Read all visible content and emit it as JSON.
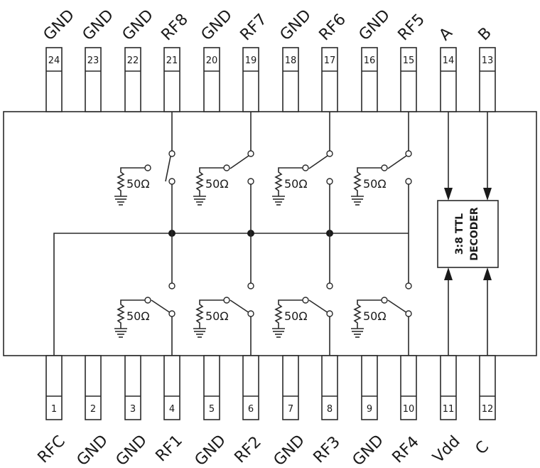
{
  "diagram": {
    "type": "IC pinout / functional block diagram",
    "package": {
      "pin_count": 24
    },
    "top_pins": [
      {
        "number": "24",
        "label": "GND"
      },
      {
        "number": "23",
        "label": "GND"
      },
      {
        "number": "22",
        "label": "GND"
      },
      {
        "number": "21",
        "label": "RF8"
      },
      {
        "number": "20",
        "label": "GND"
      },
      {
        "number": "19",
        "label": "RF7"
      },
      {
        "number": "18",
        "label": "GND"
      },
      {
        "number": "17",
        "label": "RF6"
      },
      {
        "number": "16",
        "label": "GND"
      },
      {
        "number": "15",
        "label": "RF5"
      },
      {
        "number": "14",
        "label": "A"
      },
      {
        "number": "13",
        "label": "B"
      }
    ],
    "bottom_pins": [
      {
        "number": "1",
        "label": "RFC"
      },
      {
        "number": "2",
        "label": "GND"
      },
      {
        "number": "3",
        "label": "GND"
      },
      {
        "number": "4",
        "label": "RF1"
      },
      {
        "number": "5",
        "label": "GND"
      },
      {
        "number": "6",
        "label": "RF2"
      },
      {
        "number": "7",
        "label": "GND"
      },
      {
        "number": "8",
        "label": "RF3"
      },
      {
        "number": "9",
        "label": "GND"
      },
      {
        "number": "10",
        "label": "RF4"
      },
      {
        "number": "11",
        "label": "Vdd"
      },
      {
        "number": "12",
        "label": "C"
      }
    ],
    "termination_resistor": {
      "value": "50",
      "unit": "Ω",
      "label": "50Ω",
      "count": 8
    },
    "decoder": {
      "line1": "3:8  TTL",
      "line2": "DECODER",
      "inputs": [
        "A",
        "B",
        "C"
      ],
      "supply": "Vdd"
    },
    "common_port": "RFC",
    "switches": {
      "top": [
        {
          "port": "RF8",
          "state": "closed-to-rf"
        },
        {
          "port": "RF7",
          "state": "terminated"
        },
        {
          "port": "RF6",
          "state": "terminated"
        },
        {
          "port": "RF5",
          "state": "terminated"
        }
      ],
      "bottom": [
        {
          "port": "RF1",
          "state": "terminated"
        },
        {
          "port": "RF2",
          "state": "terminated"
        },
        {
          "port": "RF3",
          "state": "terminated"
        },
        {
          "port": "RF4",
          "state": "terminated"
        }
      ]
    },
    "colors": {
      "line": "#2a2a2a",
      "background": "#ffffff"
    }
  }
}
